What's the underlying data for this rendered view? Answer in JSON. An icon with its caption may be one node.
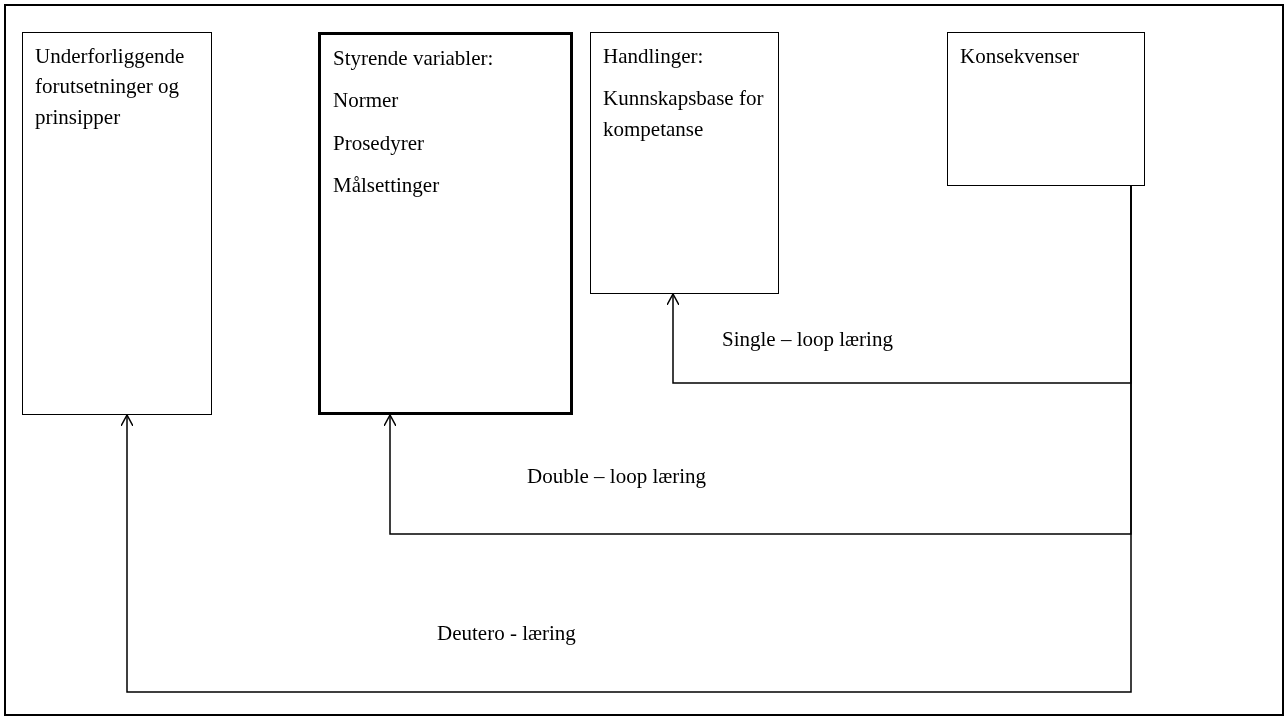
{
  "diagram": {
    "nodes": [
      {
        "text": [
          "Underforliggende forutsetninger og prinsipper"
        ]
      },
      {
        "text": [
          "Styrende variabler:",
          "Normer",
          "Prosedyrer",
          "Målsettinger"
        ]
      },
      {
        "text": [
          "Handlinger:",
          "Kunnskapsbase for kompetanse"
        ]
      },
      {
        "text": [
          "Konsekvenser"
        ]
      }
    ],
    "edges": [
      {
        "from": 3,
        "to": 2,
        "arrow": "to",
        "label": "Single – loop læring"
      },
      {
        "from": 3,
        "to": 1,
        "arrow": "to",
        "label": "Double – loop læring"
      },
      {
        "from": 3,
        "to": 0,
        "arrow": "to",
        "label": "Deutero - læring"
      }
    ]
  }
}
